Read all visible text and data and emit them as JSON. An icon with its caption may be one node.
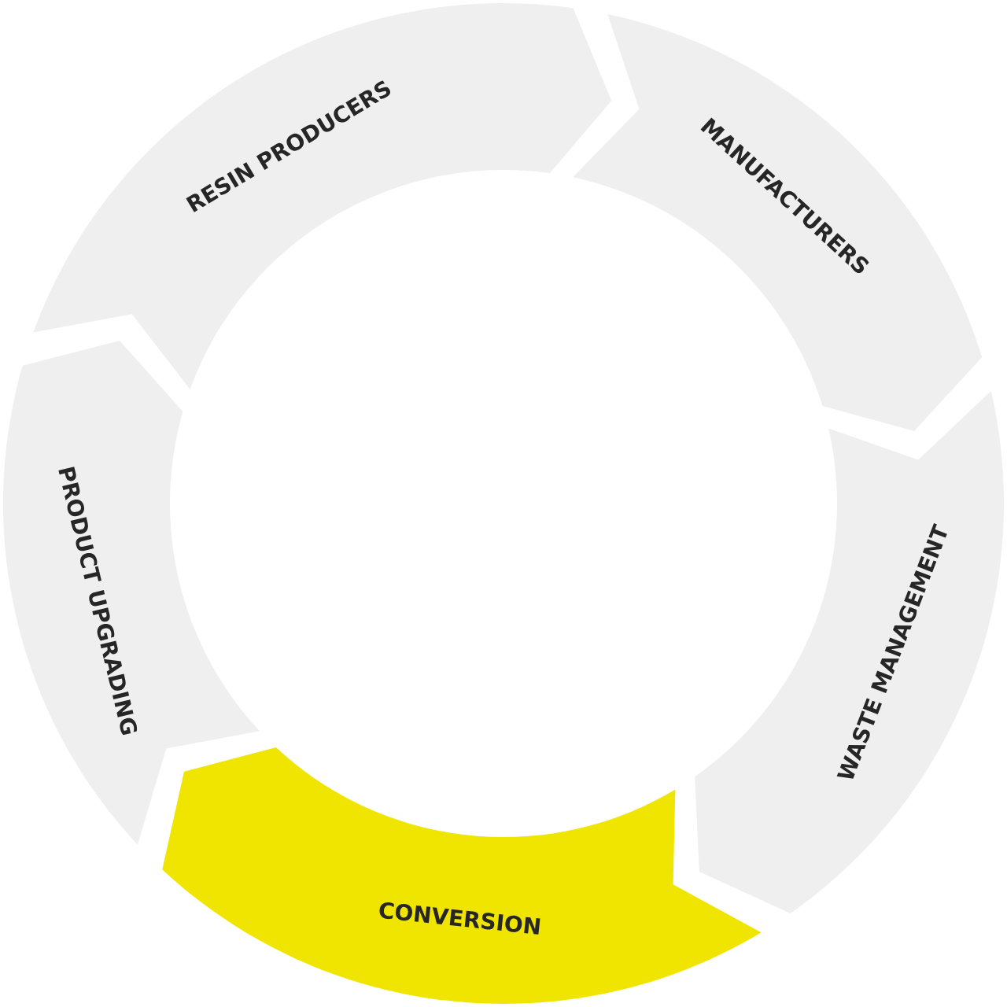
{
  "diagram": {
    "nodes": [
      {
        "text": [
          "RESIN PRODUCERS"
        ]
      },
      {
        "text": [
          "MANUFACTURERS"
        ]
      },
      {
        "text": [
          "WASTE MANAGEMENT"
        ]
      },
      {
        "text": [
          "CONVERSION"
        ]
      },
      {
        "text": [
          "PRODUCT UPGRADING"
        ]
      }
    ]
  }
}
